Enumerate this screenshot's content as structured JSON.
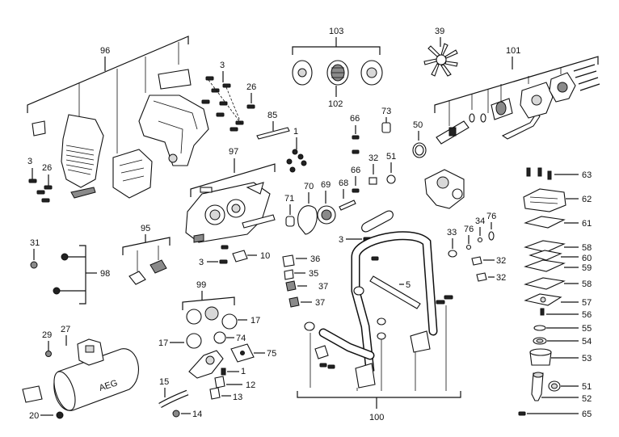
{
  "labels": {
    "l96": "96",
    "l3a": "3",
    "l26a": "26",
    "l85": "85",
    "l3b": "3",
    "l26b": "26",
    "l97": "97",
    "l31": "31",
    "l95": "95",
    "l98": "98",
    "l3c": "3",
    "l10": "10",
    "l99": "99",
    "l17a": "17",
    "l17b": "17",
    "l74": "74",
    "l75": "75",
    "l1a": "1",
    "l12": "12",
    "l13": "13",
    "l15": "15",
    "l14": "14",
    "l29": "29",
    "l27": "27",
    "l20": "20",
    "l103": "103",
    "l102": "102",
    "l73": "73",
    "l1b": "1",
    "l66a": "66",
    "l32a": "32",
    "l51a": "51",
    "l66b": "66",
    "l71": "71",
    "l70": "70",
    "l69": "69",
    "l68": "68",
    "l36": "36",
    "l35": "35",
    "l37a": "37",
    "l37b": "37",
    "l3d": "3",
    "l5": "5",
    "l100": "100",
    "l39": "39",
    "l101": "101",
    "l50": "50",
    "l33": "33",
    "l76a": "76",
    "l34": "34",
    "l76b": "76",
    "l32b": "32",
    "l32c": "32",
    "l63": "63",
    "l62": "62",
    "l61": "61",
    "l58a": "58",
    "l60": "60",
    "l59": "59",
    "l58b": "58",
    "l57": "57",
    "l56": "56",
    "l55": "55",
    "l54": "54",
    "l53": "53",
    "l51b": "51",
    "l52": "52",
    "l65": "65"
  },
  "brand": "AEG",
  "colors": {
    "line": "#111111",
    "background": "#ffffff",
    "shade": "#8a8a8a"
  }
}
